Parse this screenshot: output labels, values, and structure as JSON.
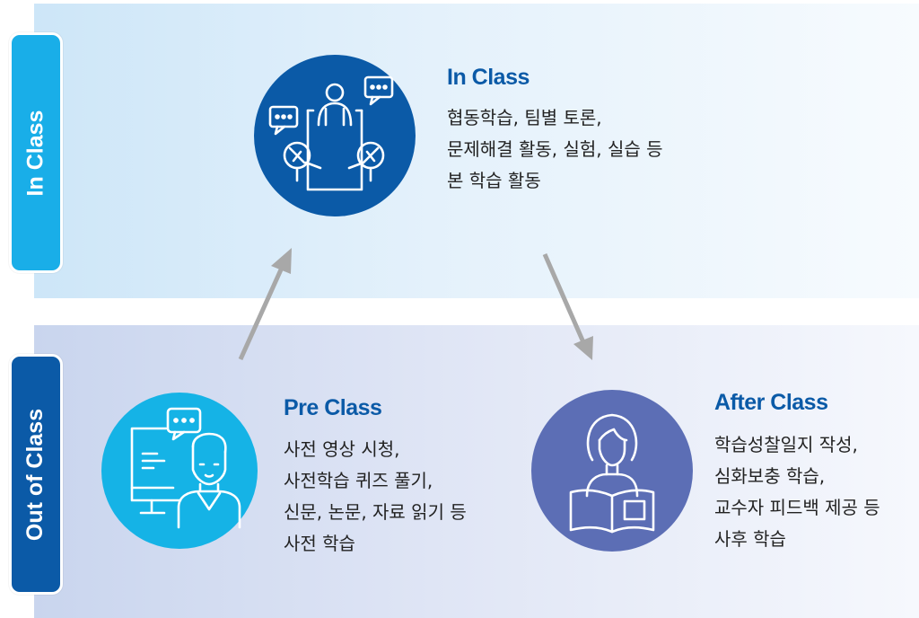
{
  "side_labels": {
    "in_class": "In Class",
    "out_of_class": "Out of Class"
  },
  "nodes": {
    "in_class": {
      "title": "In Class",
      "lines": [
        "협동학습, 팀별 토론,",
        "문제해결 활동, 실험, 실습 등",
        "본 학습 활동"
      ],
      "icon": "collaboration-icon"
    },
    "pre_class": {
      "title": "Pre Class",
      "lines": [
        "사전 영상 시청,",
        "사전학습 퀴즈 풀기,",
        "신문, 논문, 자료 읽기 등",
        "사전 학습"
      ],
      "icon": "online-learner-icon"
    },
    "after_class": {
      "title": "After Class",
      "lines": [
        "학습성찰일지 작성,",
        "심화보충 학습,",
        "교수자 피드백 제공 등",
        "사후 학습"
      ],
      "icon": "reading-person-icon"
    }
  },
  "colors": {
    "in_band": "#cde6f8",
    "out_band": "#c9d5ee",
    "in_tab": "#19aee8",
    "out_tab": "#0b5aa7",
    "in_circle": "#0b5aa7",
    "pre_circle": "#15b3e6",
    "after_circle": "#5c6eb5",
    "title": "#0b5aa7",
    "arrow": "#a8a8a8"
  }
}
